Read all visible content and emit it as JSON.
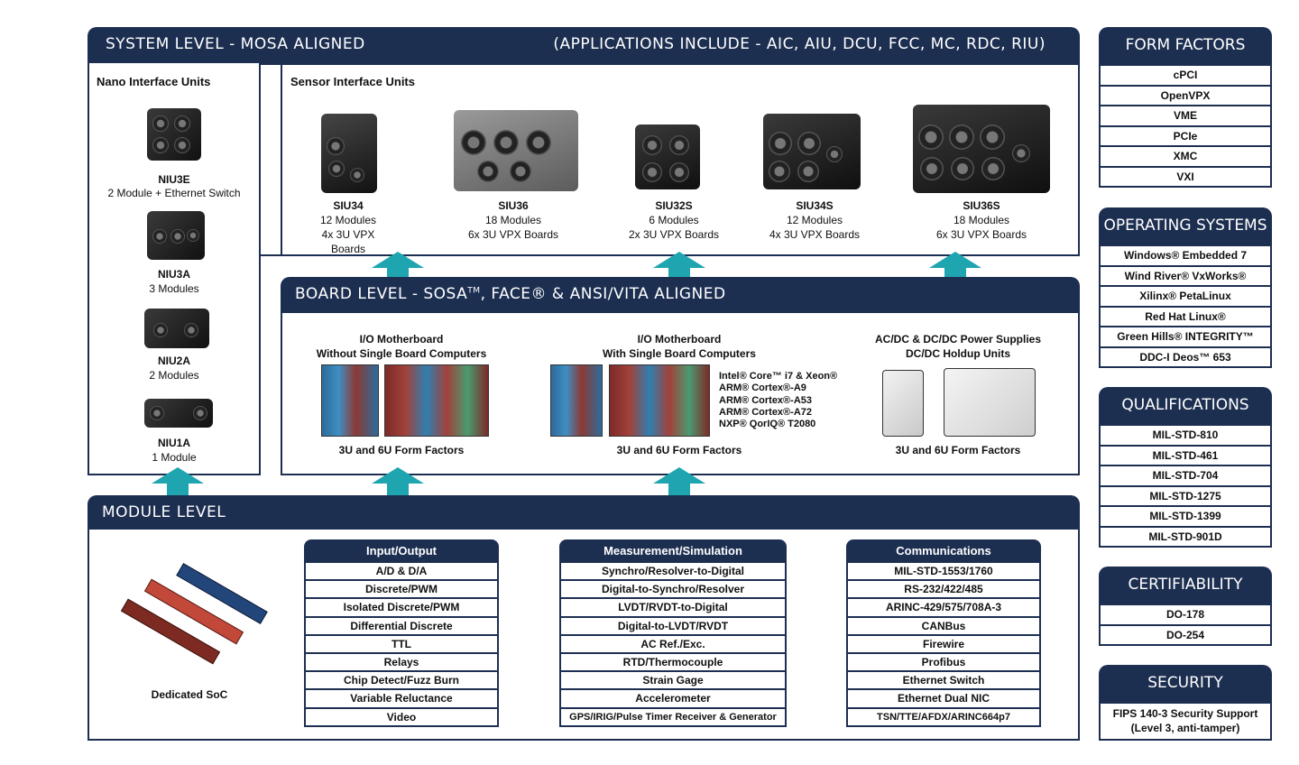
{
  "system": {
    "title": "SYSTEM LEVEL - MOSA ALIGNED",
    "applications": "(APPLICATIONS INCLUDE - AIC, AIU, DCU, FCC, MC, RDC, RIU)",
    "nano_title": "Nano Interface Units",
    "nano_units": [
      {
        "name": "NIU3E",
        "desc": "2 Module + Ethernet Switch"
      },
      {
        "name": "NIU3A",
        "desc": "3 Modules"
      },
      {
        "name": "NIU2A",
        "desc": "2 Modules"
      },
      {
        "name": "NIU1A",
        "desc": "1 Module"
      }
    ],
    "sensor_title": "Sensor Interface Units",
    "sensor_units": [
      {
        "name": "SIU34",
        "modules": "12 Modules",
        "boards": "4x 3U VPX Boards"
      },
      {
        "name": "SIU36",
        "modules": "18 Modules",
        "boards": "6x 3U VPX Boards"
      },
      {
        "name": "SIU32S",
        "modules": "6 Modules",
        "boards": "2x 3U VPX Boards"
      },
      {
        "name": "SIU34S",
        "modules": "12 Modules",
        "boards": "4x 3U VPX Boards"
      },
      {
        "name": "SIU36S",
        "modules": "18 Modules",
        "boards": "6x 3U VPX Boards"
      }
    ]
  },
  "board": {
    "title_main": "BOARD LEVEL - SOSA",
    "title_tm": "TM",
    "title_rest": ", FACE® & ANSI/VITA ALIGNED",
    "col1": {
      "line1": "I/O Motherboard",
      "line2": "Without Single Board Computers",
      "footer": "3U and 6U Form Factors"
    },
    "col2": {
      "line1": "I/O Motherboard",
      "line2": "With Single Board Computers",
      "footer": "3U and 6U Form Factors",
      "processors": [
        "Intel® Core™ i7 & Xeon®",
        "ARM® Cortex®-A9",
        "ARM® Cortex®-A53",
        "ARM® Cortex®-A72",
        "NXP® QorIQ® T2080"
      ]
    },
    "col3": {
      "line1": "AC/DC & DC/DC Power Supplies",
      "line2": "DC/DC Holdup Units",
      "footer": "3U and 6U Form Factors"
    }
  },
  "module": {
    "title": "MODULE LEVEL",
    "soc_label": "Dedicated SoC",
    "io": {
      "title": "Input/Output",
      "items": [
        "A/D & D/A",
        "Discrete/PWM",
        "Isolated Discrete/PWM",
        "Differential Discrete",
        "TTL",
        "Relays",
        "Chip Detect/Fuzz Burn",
        "Variable Reluctance",
        "Video"
      ]
    },
    "meas": {
      "title": "Measurement/Simulation",
      "items": [
        "Synchro/Resolver-to-Digital",
        "Digital-to-Synchro/Resolver",
        "LVDT/RVDT-to-Digital",
        "Digital-to-LVDT/RVDT",
        "AC Ref./Exc.",
        "RTD/Thermocouple",
        "Strain Gage",
        "Accelerometer",
        "GPS/IRIG/Pulse Timer Receiver & Generator"
      ]
    },
    "comm": {
      "title": "Communications",
      "items": [
        "MIL-STD-1553/1760",
        "RS-232/422/485",
        "ARINC-429/575/708A-3",
        "CANBus",
        "Firewire",
        "Profibus",
        "Ethernet Switch",
        "Ethernet Dual NIC",
        "TSN/TTE/AFDX/ARINC664p7"
      ]
    }
  },
  "sidebar": {
    "form_factors": {
      "title": "FORM FACTORS",
      "items": [
        "cPCI",
        "OpenVPX",
        "VME",
        "PCIe",
        "XMC",
        "VXI"
      ]
    },
    "operating_systems": {
      "title": "OPERATING SYSTEMS",
      "items": [
        "Windows® Embedded 7",
        "Wind River® VxWorks®",
        "Xilinx® PetaLinux",
        "Red Hat Linux®",
        "Green Hills® INTEGRITY™",
        "DDC-I Deos™ 653"
      ]
    },
    "qualifications": {
      "title": "QUALIFICATIONS",
      "items": [
        "MIL-STD-810",
        "MIL-STD-461",
        "MIL-STD-704",
        "MIL-STD-1275",
        "MIL-STD-1399",
        "MIL-STD-901D"
      ]
    },
    "certifiability": {
      "title": "CERTIFIABILITY",
      "items": [
        "DO-178",
        "DO-254"
      ]
    },
    "security": {
      "title": "SECURITY",
      "line1": "FIPS 140-3 Security Support",
      "line2": "(Level 3, anti-tamper)"
    }
  },
  "colors": {
    "navy": "#1d2f51",
    "teal_arrow": "#1ea5b0"
  }
}
